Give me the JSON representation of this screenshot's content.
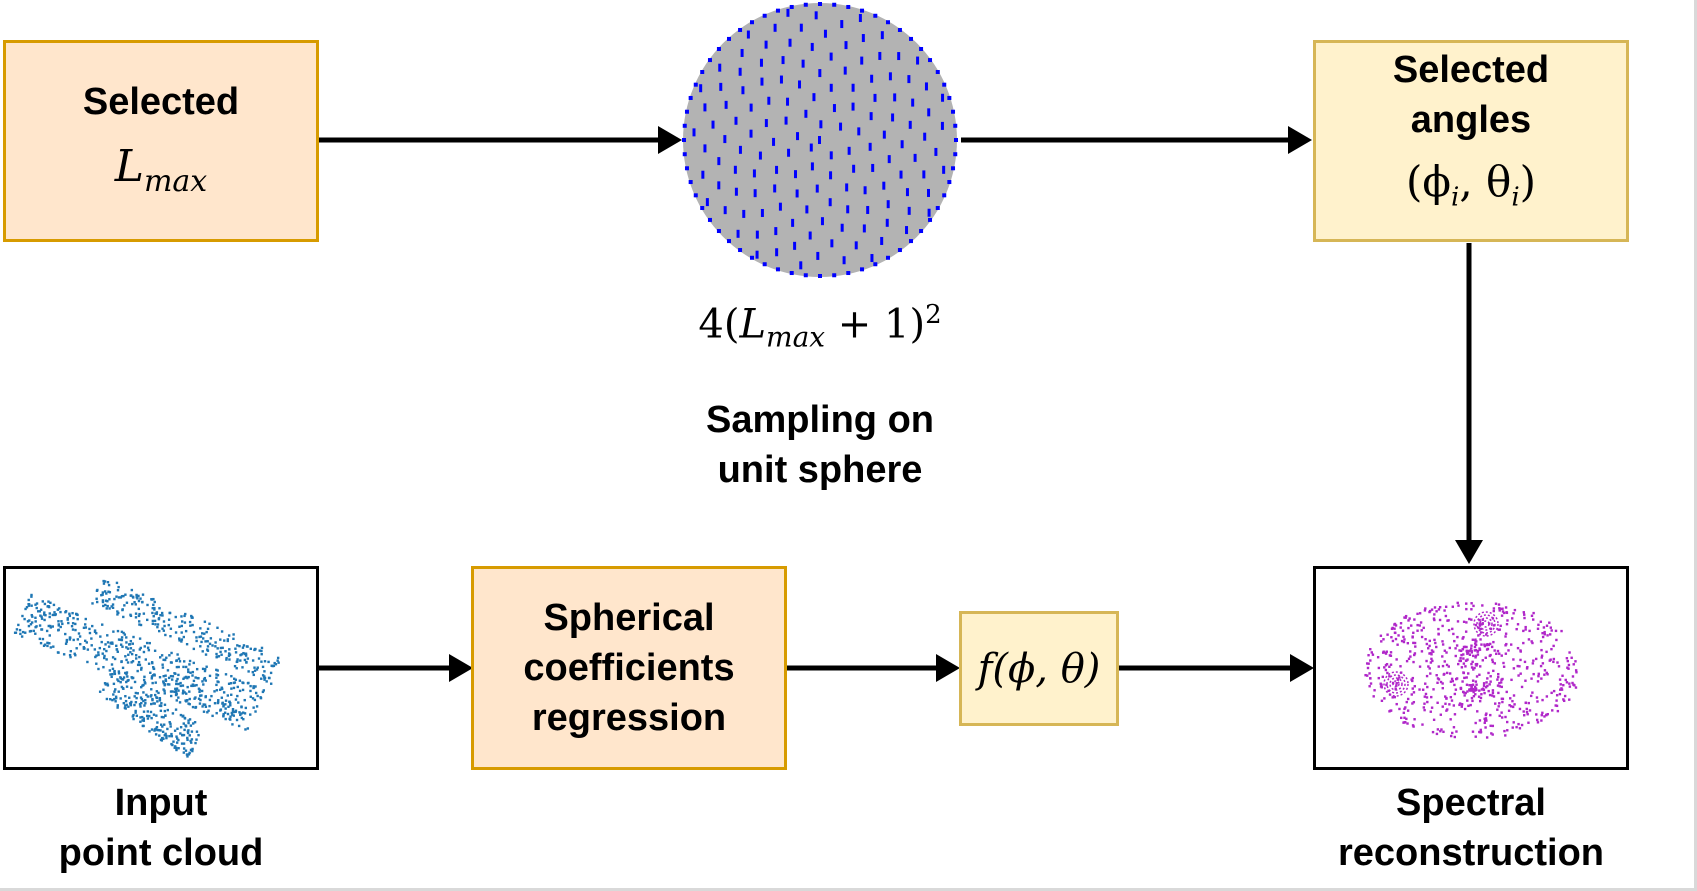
{
  "lmax_box": {
    "title": "Selected",
    "var": "L",
    "sub": "max"
  },
  "sampling": {
    "formula_prefix": "4(",
    "formula_var": "L",
    "formula_sub": "max",
    "formula_mid": " + 1)",
    "formula_exp": "2",
    "caption_line1": "Sampling on",
    "caption_line2": "unit sphere"
  },
  "angles_box": {
    "line1": "Selected",
    "line2": "angles",
    "formula": "(ϕ",
    "sub_i1": "i",
    "comma": ", θ",
    "sub_i2": "i",
    "close": ")"
  },
  "input": {
    "caption_line1": "Input",
    "caption_line2": "point cloud"
  },
  "regression_box": {
    "line1": "Spherical",
    "line2": "coefficients",
    "line3": "regression"
  },
  "function_box": {
    "formula": "f(ϕ, θ)"
  },
  "output": {
    "caption_line1": "Spectral",
    "caption_line2": "reconstruction"
  },
  "colors": {
    "orange_fill": "#ffe6cc",
    "orange_stroke": "#d79b00",
    "yellow_fill": "#fff2cc",
    "yellow_stroke": "#d6b656",
    "sphere": "#b3b3b3",
    "sphere_points": "#0000ff",
    "input_points": "#1f77b4",
    "recon_points": "#b027c9"
  }
}
